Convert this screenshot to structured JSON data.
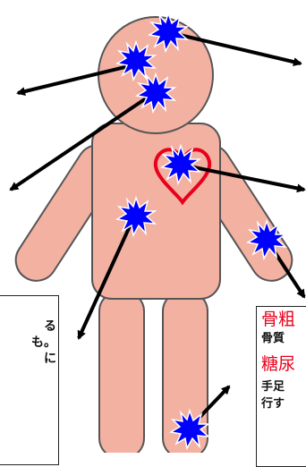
{
  "colors": {
    "skin": "#f3b1a2",
    "outline": "#555555",
    "starburst": "#0000ff",
    "arrow": "#000000",
    "heart_outline": "#e8001c",
    "callout_title": "#e8001c"
  },
  "icons": [
    "starburst-icon",
    "heart-icon",
    "arrow-icon"
  ],
  "left_callout": {
    "lines": [
      "る",
      "も。",
      "に"
    ]
  },
  "right_callout": {
    "heading1": "骨粗",
    "text1": "骨質",
    "heading2": "糖尿",
    "text2": "手足",
    "text3": "行す"
  }
}
